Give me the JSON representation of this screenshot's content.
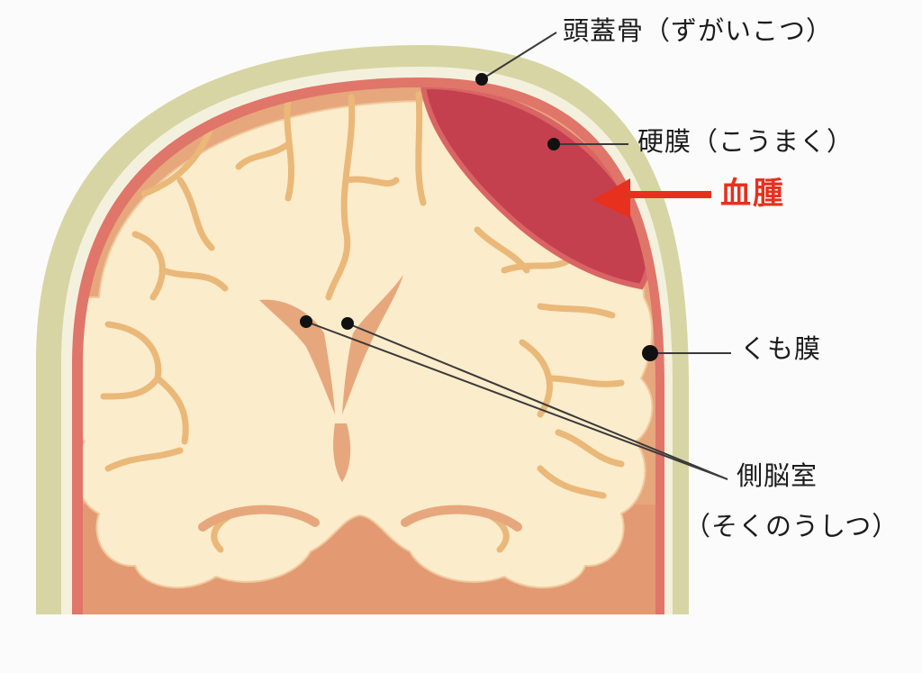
{
  "labels": {
    "skull": "頭蓋骨（ずがいこつ）",
    "dura": "硬膜（こうまく）",
    "hematoma": "血腫",
    "arachnoid": "くも膜",
    "ventricle_line1": "側脳室",
    "ventricle_line2": "（そくのうしつ）"
  },
  "colors": {
    "background": "#fbfbfb",
    "skull": "#d8d5a4",
    "skull_inner": "#f3f1de",
    "dura": "#e0756a",
    "brain_base": "#e7a77c",
    "brain_surface": "#fbeccb",
    "sulci": "#eab879",
    "ventricle": "#e7a77c",
    "hematoma": "#c4404f",
    "hematoma_edge": "#d96464",
    "arrow": "#e8301e",
    "highlight_text": "#e8301e",
    "leader": "#3a3a3a",
    "dot": "#111111"
  }
}
